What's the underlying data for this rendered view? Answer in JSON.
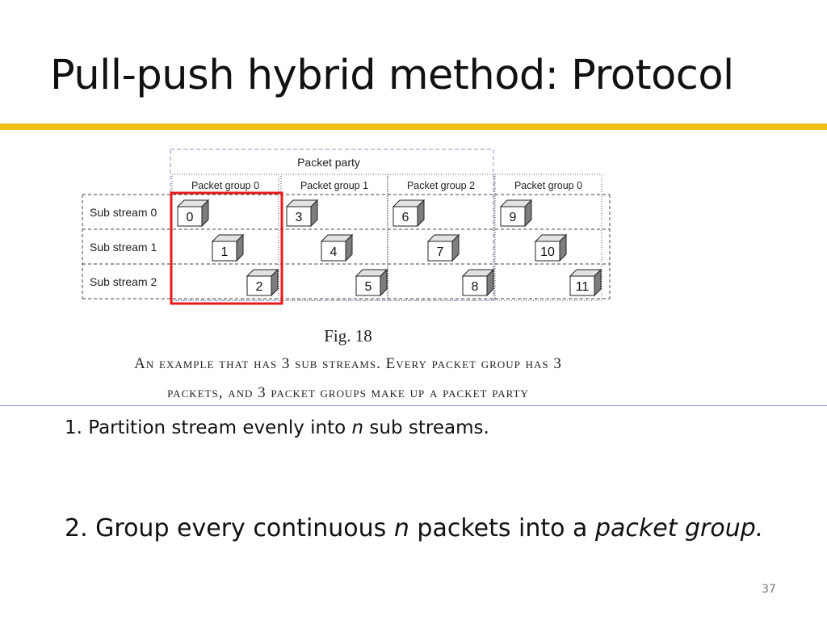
{
  "slide": {
    "title": "Pull-push hybrid method: Protocol",
    "accent_color": "#f0bf1a",
    "page_number": "37"
  },
  "figure": {
    "party_label": "Packet party",
    "group_labels": [
      "Packet group 0",
      "Packet group 1",
      "Packet group 2",
      "Packet group 0"
    ],
    "stream_labels": [
      "Sub stream 0",
      "Sub stream 1",
      "Sub stream 2"
    ],
    "packets": [
      {
        "label": "0",
        "stream": 0,
        "group": 0,
        "pos": 0
      },
      {
        "label": "1",
        "stream": 1,
        "group": 0,
        "pos": 1
      },
      {
        "label": "2",
        "stream": 2,
        "group": 0,
        "pos": 2
      },
      {
        "label": "3",
        "stream": 0,
        "group": 1,
        "pos": 0
      },
      {
        "label": "4",
        "stream": 1,
        "group": 1,
        "pos": 1
      },
      {
        "label": "5",
        "stream": 2,
        "group": 1,
        "pos": 2
      },
      {
        "label": "6",
        "stream": 0,
        "group": 2,
        "pos": 0
      },
      {
        "label": "7",
        "stream": 1,
        "group": 2,
        "pos": 1
      },
      {
        "label": "8",
        "stream": 2,
        "group": 2,
        "pos": 2
      },
      {
        "label": "9",
        "stream": 0,
        "group": 3,
        "pos": 0
      },
      {
        "label": "10",
        "stream": 1,
        "group": 3,
        "pos": 1
      },
      {
        "label": "11",
        "stream": 2,
        "group": 3,
        "pos": 2
      }
    ],
    "highlight_color": "#e8191c",
    "party_border_color": "#8a93c9",
    "caption_number": "Fig. 18",
    "caption_line1": "An example that has 3 sub streams. Every packet group has 3",
    "caption_line2": "packets, and 3 packet groups make up a packet party"
  },
  "points": {
    "p1_before": "1. Partition stream evenly into ",
    "p1_var": "n",
    "p1_after": " sub streams.",
    "p2_before": "2. Group every continuous ",
    "p2_var": "n",
    "p2_mid": " packets into a ",
    "p2_term": "packet group."
  }
}
